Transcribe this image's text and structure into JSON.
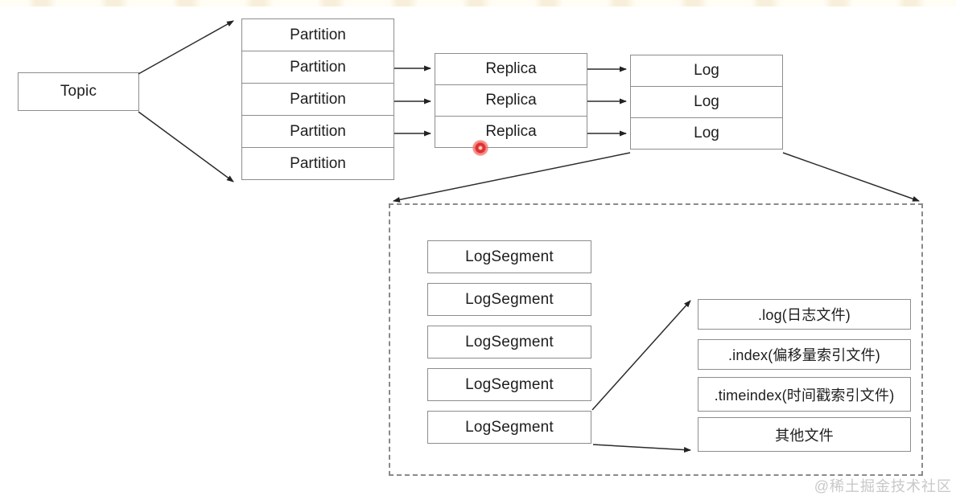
{
  "diagram": {
    "topic": {
      "label": "Topic"
    },
    "partitions": [
      "Partition",
      "Partition",
      "Partition",
      "Partition",
      "Partition"
    ],
    "replicas": [
      "Replica",
      "Replica",
      "Replica"
    ],
    "logs": [
      "Log",
      "Log",
      "Log"
    ],
    "log_segments": [
      "LogSegment",
      "LogSegment",
      "LogSegment",
      "LogSegment",
      "LogSegment"
    ],
    "files": [
      ".log(日志文件)",
      ".index(偏移量索引文件)",
      ".timeindex(时间戳索引文件)",
      "其他文件"
    ]
  },
  "watermark": {
    "text": "@稀土掘金技术社区",
    "color": "#c8c8c8"
  },
  "colors": {
    "background": "#ffffff",
    "top_band": "#f8efda",
    "box_border": "#8d8d8d",
    "dashed_border": "#8a8a8a",
    "arrow": "#2b2b2b",
    "text": "#1d1d1f",
    "click_indicator": "#e0312e"
  }
}
